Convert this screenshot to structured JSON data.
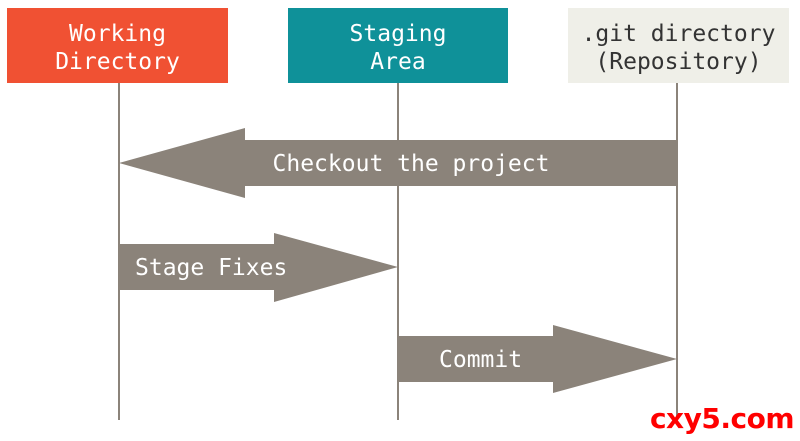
{
  "columns": [
    {
      "id": "working",
      "lines": [
        "Working",
        "Directory"
      ],
      "fill": "#f05133",
      "text_color": "#ffffff"
    },
    {
      "id": "staging",
      "lines": [
        "Staging",
        "Area"
      ],
      "fill": "#0f9199",
      "text_color": "#ffffff"
    },
    {
      "id": "repo",
      "lines": [
        ".git directory",
        "(Repository)"
      ],
      "fill": "#efefe8",
      "text_color": "#333333"
    }
  ],
  "arrows": [
    {
      "id": "checkout",
      "label": "Checkout the project",
      "from": "repo",
      "to": "working"
    },
    {
      "id": "stage-fixes",
      "label": "Stage Fixes",
      "from": "working",
      "to": "staging"
    },
    {
      "id": "commit",
      "label": "Commit",
      "from": "staging",
      "to": "repo"
    }
  ],
  "colors": {
    "arrow": "#8b837a",
    "lifeline": "#8b837a",
    "watermark": "#ff0000"
  },
  "watermark": "cxy5.com"
}
